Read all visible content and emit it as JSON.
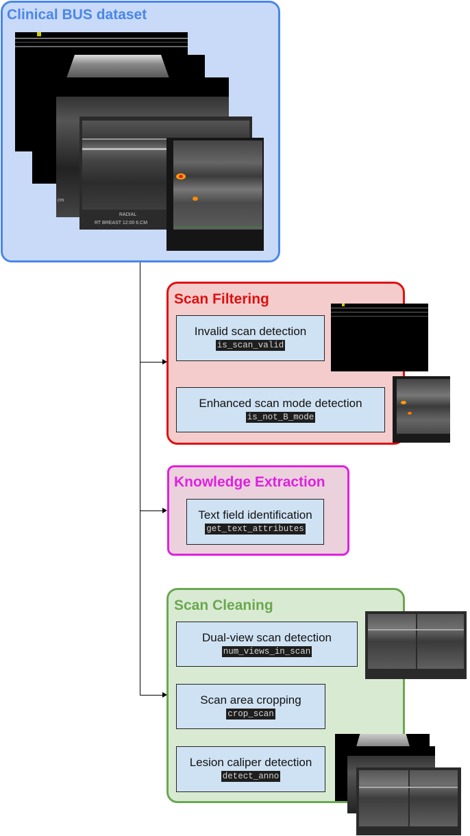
{
  "panels": {
    "dataset": {
      "title": "Clinical BUS dataset",
      "color": "#4a86e8"
    },
    "filtering": {
      "title": "Scan Filtering",
      "color": "#e01010"
    },
    "knowledge": {
      "title": "Knowledge Extraction",
      "color": "#e020e0"
    },
    "cleaning": {
      "title": "Scan Cleaning",
      "color": "#6aa84f"
    }
  },
  "steps": {
    "invalid": {
      "label": "Invalid scan detection",
      "code": "is_scan_valid"
    },
    "enhanced": {
      "label": "Enhanced scan mode detection",
      "code": "is_not_B_mode"
    },
    "textfield": {
      "label": "Text field identification",
      "code": "get_text_attributes"
    },
    "dualview": {
      "label": "Dual-view scan detection",
      "code": "num_views_in_scan"
    },
    "cropping": {
      "label": "Scan area cropping",
      "code": "crop_scan"
    },
    "caliper": {
      "label": "Lesion caliper detection",
      "code": "detect_anno"
    }
  },
  "scan_text": {
    "radial": "RADIAL",
    "rt_breast": "RT BREAST 12:00 6.CM",
    "cm": "cm"
  }
}
